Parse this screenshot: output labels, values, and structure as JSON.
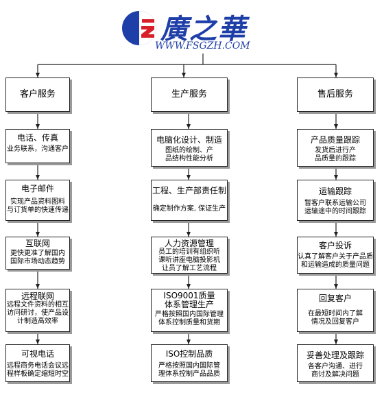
{
  "logo": {
    "name": "廣之華",
    "url": "WWW.FSGZH.COM",
    "brand_blue": "#1f3fa8",
    "brand_red": "#d8202a"
  },
  "columns": [
    {
      "header": "客户服务",
      "boxes": [
        {
          "title": "电话、传真",
          "body": [
            "业务联系，沟通客户"
          ]
        },
        {
          "title": "电子邮件",
          "body": [
            "实现产品资料图料",
            "与订货单的快速传递"
          ]
        },
        {
          "title": "互联网",
          "body": [
            "更快更准了解国内",
            "国际市场动态趋势"
          ]
        },
        {
          "title": "远程联网",
          "body": [
            "远程文件资料的相互",
            "访问研讨，使产品设",
            "计制造高效率"
          ]
        },
        {
          "title": "可视电话",
          "body": [
            "远程商务电话会议远",
            "程样板确定缩短时空"
          ]
        }
      ]
    },
    {
      "header": "生产服务",
      "boxes": [
        {
          "title": "电脑化设计、制造",
          "body": [
            "图纸的绘制、产",
            "品结构性能分析"
          ]
        },
        {
          "title": "工程、生产部责任制",
          "body": [
            "确定制作方案, 保证生产"
          ]
        },
        {
          "title": "人力资源管理",
          "body": [
            "员工的培训有组织听",
            "课听讲座电脑投影机",
            "让员了解工艺流程"
          ]
        },
        {
          "title": "ISO9001质量",
          "title2": "体系管理生产",
          "body": [
            "严格按照国内国际管理",
            "体系控制质量和货期"
          ]
        },
        {
          "title": "ISO控制品质",
          "body": [
            "严格按照国内国际管",
            "理体系控制产品品质"
          ]
        }
      ]
    },
    {
      "header": "售后服务",
      "boxes": [
        {
          "title": "产品质量跟踪",
          "body": [
            "发货后进行产",
            "品质量的跟踪"
          ]
        },
        {
          "title": "运输跟踪",
          "body": [
            "暂客户联系运输公司",
            "运输途中的时间跟踪"
          ]
        },
        {
          "title": "客户投诉",
          "body": [
            "认真了解客户关于产品质",
            "和运输造成的质量问题"
          ]
        },
        {
          "title": "回复客户",
          "body": [
            "在最短时间内了解",
            "情况及回复客户"
          ]
        },
        {
          "title": "妥善处理及跟踪",
          "body": [
            "各客户沟通、进行",
            "商讨及解决问题"
          ]
        }
      ]
    }
  ]
}
